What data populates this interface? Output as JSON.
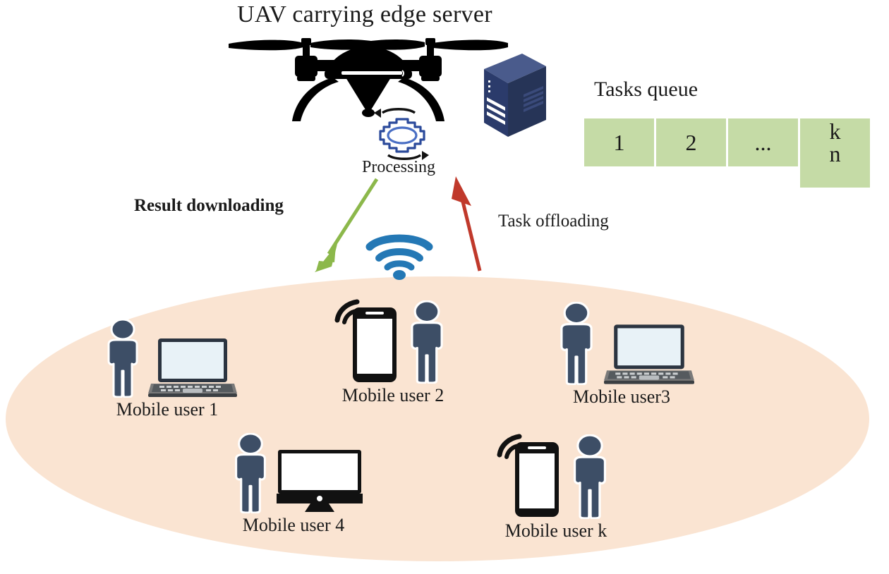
{
  "title": "UAV carrying edge server",
  "processing_label": "Processing",
  "arrows": {
    "download_label": "Result downloading",
    "offload_label": "Task offloading",
    "download_color": "#8cb84b",
    "offload_color": "#c0392b"
  },
  "tasks_queue": {
    "title": "Tasks queue",
    "cell_color": "#c5dba6",
    "cells": [
      {
        "label": "1",
        "sub": ""
      },
      {
        "label": "2",
        "sub": ""
      },
      {
        "label": "...",
        "sub": ""
      },
      {
        "label": "k",
        "sub": "n"
      }
    ]
  },
  "coverage": {
    "color": "#fae4d2"
  },
  "colors": {
    "person": "#3d4e66",
    "server_front": "#2e3f6e",
    "server_side": "#1f2c52",
    "server_top": "#4a5b8c",
    "wifi": "#2478b5",
    "gear": "#2b4a9b",
    "screen": "#e8f2f7",
    "drone": "#000000"
  },
  "users": [
    {
      "id": "user-1",
      "caption": "Mobile user 1",
      "device": "laptop",
      "device_side": "right",
      "signal": false
    },
    {
      "id": "user-2",
      "caption": "Mobile user 2",
      "device": "phone",
      "device_side": "left",
      "signal": true
    },
    {
      "id": "user-3",
      "caption": "Mobile user3",
      "device": "laptop",
      "device_side": "right",
      "signal": false
    },
    {
      "id": "user-4",
      "caption": "Mobile user 4",
      "device": "monitor",
      "device_side": "right",
      "signal": false
    },
    {
      "id": "user-k",
      "caption": "Mobile user k",
      "device": "phone",
      "device_side": "left",
      "signal": true
    }
  ],
  "icons": {
    "drone": "quadcopter-drone-icon",
    "server": "server-rack-icon",
    "gear": "processing-gear-icon",
    "wifi": "wifi-icon",
    "person": "person-icon",
    "laptop": "laptop-icon",
    "phone": "smartphone-icon",
    "monitor": "desktop-monitor-icon",
    "signal": "signal-waves-icon"
  }
}
